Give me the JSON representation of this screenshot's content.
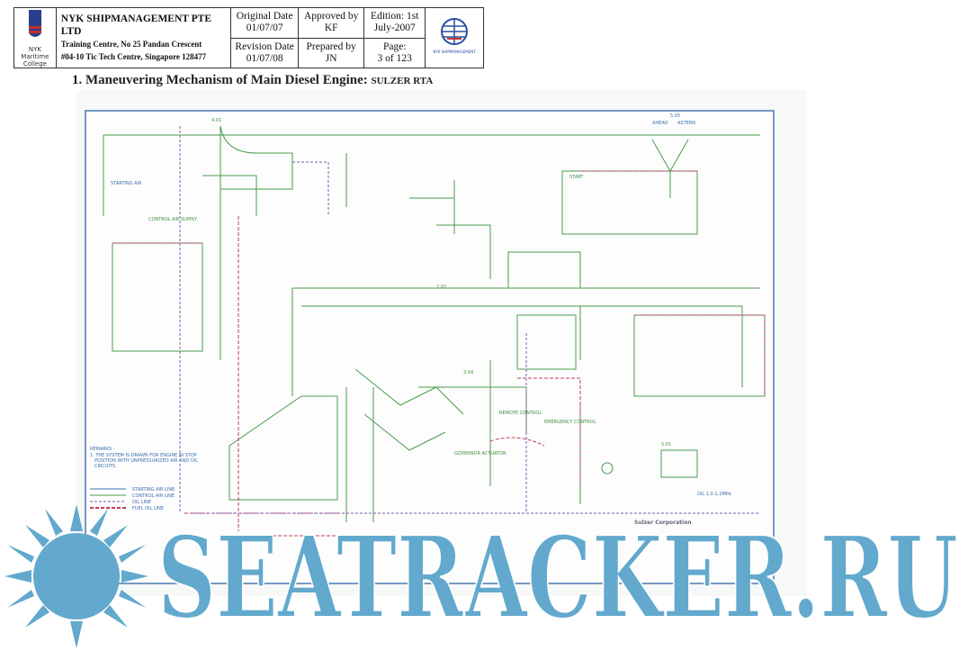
{
  "header": {
    "left_logo_caption": "NYK Maritime College",
    "company": "NYK SHIPMANAGEMENT PTE LTD",
    "address_line1": "Training Centre, No 25 Pandan Crescent",
    "address_line2": "#04-10 Tic Tech Centre, Singapore 128477",
    "original_date_label": "Original Date",
    "original_date": "01/07/07",
    "revision_date_label": "Revision Date",
    "revision_date": "01/07/08",
    "approved_by_label": "Approved by",
    "approved_by": "KF",
    "prepared_by_label": "Prepared by",
    "prepared_by": "JN",
    "edition_label": "Edition: 1st",
    "edition_date": "July-2007",
    "page_label": "Page:",
    "page_value": "3 of 123",
    "right_logo_caption": "NYK SHIPMANAGEMENT"
  },
  "title": {
    "main": "1. Maneuvering Mechanism of Main Diesel Engine:",
    "suffix": "SULZER RTA"
  },
  "diagram": {
    "remarks_title": "REMARKS :",
    "remarks_line1": "1. THE SYSTEM IS DRAWN FOR ENGINE IN STOP",
    "remarks_line2": "POSITION WITH UNPRESSURIZED AIR AND OIL",
    "remarks_line3": "CIRCUITS.",
    "legend": [
      "STARTING AIR LINE",
      "CONTROL AIR LINE",
      "OIL LINE",
      "FUEL OIL LINE"
    ],
    "labels": {
      "ahead": "AHEAD",
      "astern": "ASTERN",
      "start": "START",
      "remote_control": "REMOTE CONTROL",
      "emergency_control": "EMERGENCY CONTROL",
      "governor_actuator": "GOVERNOR ACTUATOR",
      "control_air_supply": "CONTROL AIR SUPPLY",
      "starting_air": "STARTING AIR",
      "oil": "OIL 1.0-1.2MPa",
      "lever": "5.05",
      "part_a": "4.01",
      "part_b": "2.02",
      "part_c": "3.04",
      "part_d": "5.01"
    },
    "footer": "Sulzer Corporation"
  },
  "watermark": "SEATRACKER.RU",
  "colors": {
    "watermark": "#62a9cd",
    "diagram_green": "#4a9a4a",
    "diagram_red": "#c0405a",
    "diagram_blue": "#3c6fb0"
  }
}
